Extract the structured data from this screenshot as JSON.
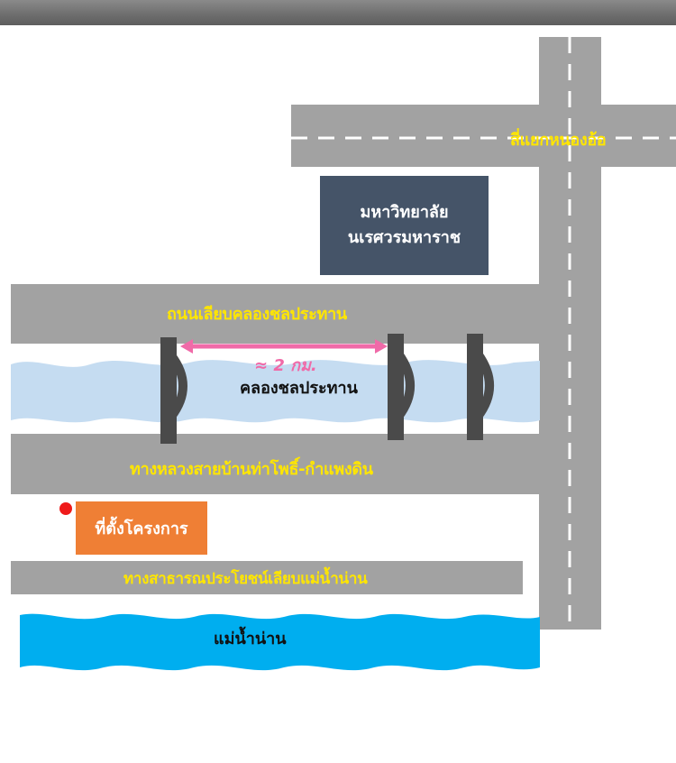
{
  "map": {
    "intersection_label": "สี่แยกหนองอ้อ",
    "university_line1": "มหาวิทยาลัย",
    "university_line2": "นเรศวรมหาราช",
    "canal_road_label": "ถนนเลียบคลองชลประทาน",
    "distance_label": "≈ 2 กม.",
    "canal_label": "คลองชลประทาน",
    "highway_label": "ทางหลวงสายบ้านท่าโพธิ์-กำแพงดิน",
    "project_site_label": "ที่ตั้งโครงการ",
    "public_way_label": "ทางสาธารณประโยชน์เลียบแม่น้ำน่าน",
    "river_label": "แม่น้ำน่าน"
  },
  "colors": {
    "road": "#a2a2a2",
    "road_label": "#ffe600",
    "canal": "#c5dcf1",
    "river": "#00aeef",
    "university": "#455468",
    "project_site": "#ef7f35",
    "site_marker": "#ef1a1a",
    "distance_arrow": "#f06aa8",
    "bridge": "#4a4a4a"
  },
  "icons": [
    "location-marker-icon",
    "bridge-icon",
    "double-arrow-icon"
  ]
}
